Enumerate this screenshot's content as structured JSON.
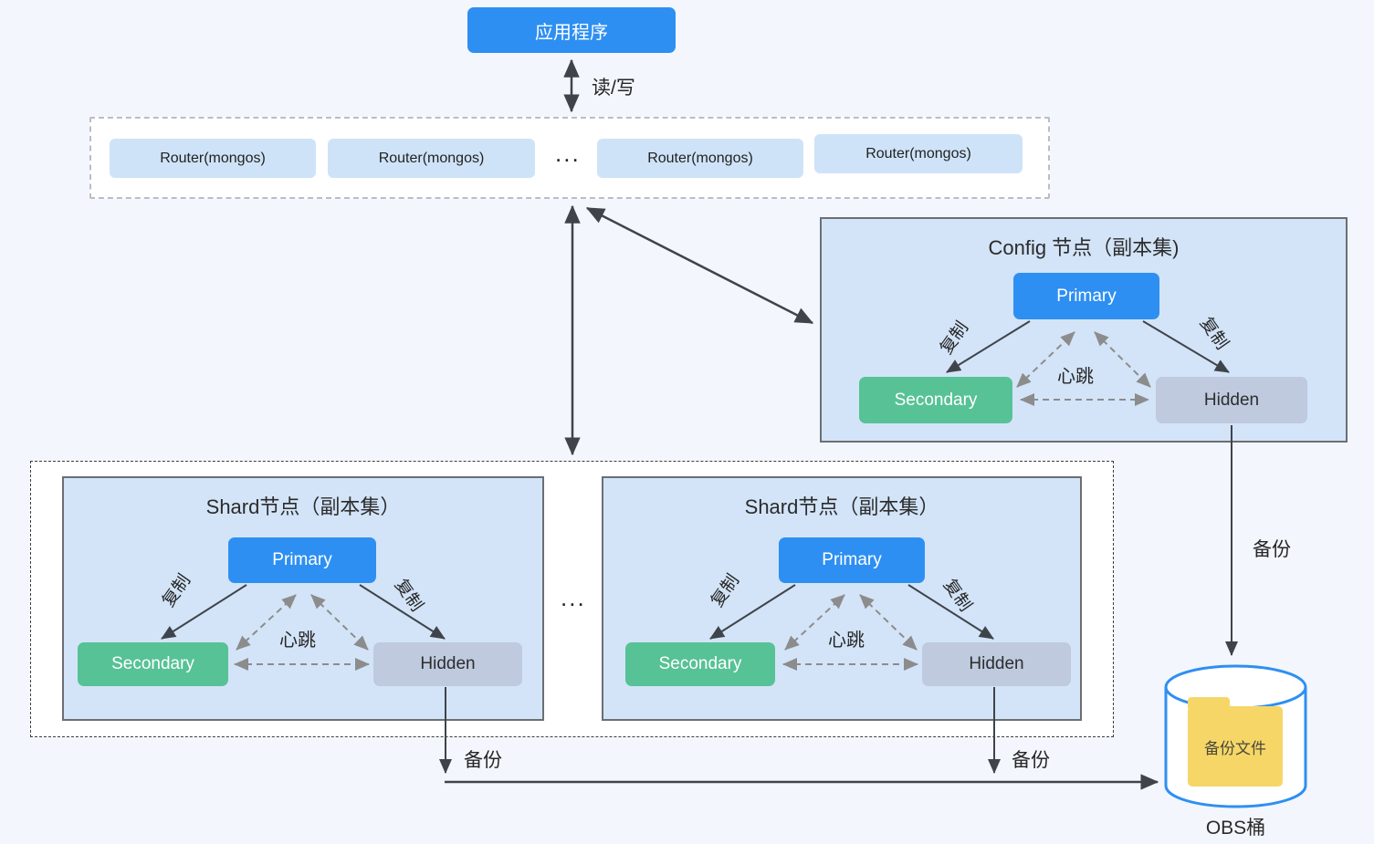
{
  "app": {
    "label": "应用程序"
  },
  "labels": {
    "read_write": "读/写",
    "backup": "备份",
    "replicate": "复制",
    "heartbeat": "心跳",
    "dots": "..."
  },
  "router_group": {
    "routers": [
      "Router(mongos)",
      "Router(mongos)",
      "Router(mongos)",
      "Router(mongos)"
    ]
  },
  "config_set": {
    "title": "Config 节点（副本集)",
    "primary": "Primary",
    "secondary": "Secondary",
    "hidden": "Hidden"
  },
  "shard_sets": [
    {
      "title": "Shard节点（副本集）",
      "primary": "Primary",
      "secondary": "Secondary",
      "hidden": "Hidden"
    },
    {
      "title": "Shard节点（副本集）",
      "primary": "Primary",
      "secondary": "Secondary",
      "hidden": "Hidden"
    }
  ],
  "obs": {
    "file_label": "备份文件",
    "bucket_label": "OBS桶"
  },
  "colors": {
    "primary_blue": "#2e8ff2",
    "secondary_green": "#57c295",
    "hidden_gray": "#bfcadf",
    "router_fill": "#cfe3f8",
    "group_fill": "#d3e4f8",
    "page_bg": "#f3f6fc",
    "arrow_dark": "#3f444b",
    "arrow_dashed_gray": "#8c8c8c",
    "bucket_stroke": "#2e8ff2",
    "folder_yellow": "#f6d667"
  }
}
